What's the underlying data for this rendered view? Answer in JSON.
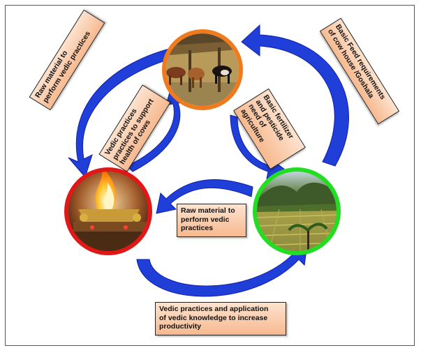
{
  "labels": {
    "raw_material_top_left": "Raw material to\nperform vedic practices",
    "vedic_practices_health": "Vedic practices\npractices to support\nhealth of cows",
    "basic_fertilizer": "Basic fertilizer\nand pesticide\nneed of\nagriculture",
    "basic_feed": "Basic Feed requirements\nof cow house /Goshala",
    "raw_material_center": "Raw material to\nperform vedic\npractices",
    "vedic_productivity": "Vedic practices and application\nof vedic knowledge to increase\nproductivity"
  },
  "nodes": {
    "cow_house": {
      "ring_color": "#f07a1e"
    },
    "vedic_fire": {
      "ring_color": "#e01818"
    },
    "agriculture_field": {
      "ring_color": "#22dd22"
    }
  },
  "colors": {
    "arrow": "#1f3fd8",
    "arrow_dark": "#1020a8",
    "label_top": "#fde3cf",
    "label_bottom": "#f7b98f"
  }
}
